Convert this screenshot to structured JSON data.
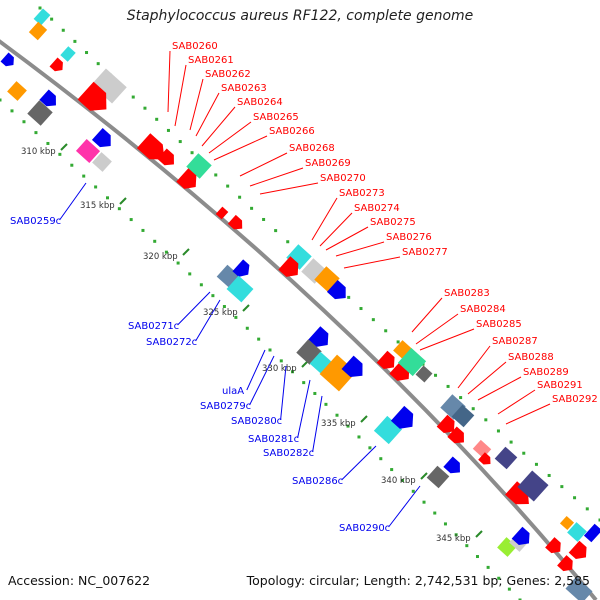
{
  "title": "Staphylococcus aureus RF122, complete genome",
  "accession_text": "Accession: NC_007622",
  "topology_text": "Topology: circular; Length: 2,742,531 bp; Genes: 2,585",
  "colors": {
    "backbone": "#8c8c8c",
    "tick_major": "#2a8a2a",
    "tick_dot": "#33aa33",
    "red": "#ff0000",
    "blue": "#0000ee",
    "cyan": "#33dddd",
    "orange": "#ff9900",
    "grey": "#666666",
    "light_grey": "#cccccc",
    "green": "#33dd99",
    "pink": "#ff33aa",
    "slate": "#6688aa",
    "dark_slate": "#444488",
    "salmon": "#ff8888",
    "lime": "#99ee33",
    "steel": "#446688"
  },
  "kbp_labels": [
    "310 kbp",
    "315 kbp",
    "320 kbp",
    "325 kbp",
    "330 kbp",
    "335 kbp",
    "340 kbp",
    "345 kbp"
  ],
  "forward_genes": [
    "SAB0260",
    "SAB0261",
    "SAB0262",
    "SAB0263",
    "SAB0264",
    "SAB0265",
    "SAB0266",
    "SAB0268",
    "SAB0269",
    "SAB0270",
    "SAB0273",
    "SAB0274",
    "SAB0275",
    "SAB0276",
    "SAB0277",
    "SAB0283",
    "SAB0284",
    "SAB0285",
    "SAB0287",
    "SAB0288",
    "SAB0289",
    "SAB0291",
    "SAB0292"
  ],
  "reverse_genes": [
    "SAB0259c",
    "SAB0271c",
    "SAB0272c",
    "ulaA",
    "SAB0279c",
    "SAB0280c",
    "SAB0281c",
    "SAB0282c",
    "SAB0286c",
    "SAB0290c"
  ]
}
